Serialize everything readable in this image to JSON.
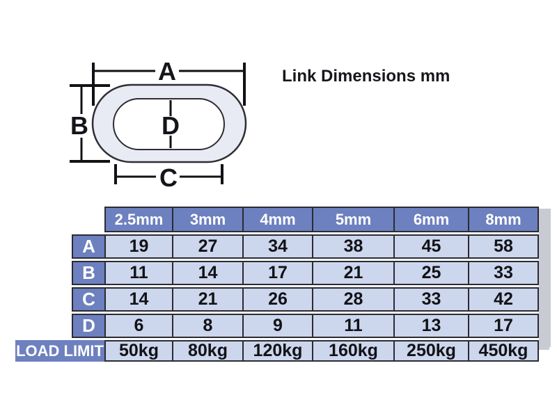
{
  "title": "Link Dimensions mm",
  "diagram": {
    "labels": {
      "a": "A",
      "b": "B",
      "c": "C",
      "d": "D"
    }
  },
  "table": {
    "columns": [
      "2.5mm",
      "3mm",
      "4mm",
      "5mm",
      "6mm",
      "8mm"
    ],
    "rows": [
      {
        "label": "A",
        "values": [
          "19",
          "27",
          "34",
          "38",
          "45",
          "58"
        ]
      },
      {
        "label": "B",
        "values": [
          "11",
          "14",
          "17",
          "21",
          "25",
          "33"
        ]
      },
      {
        "label": "C",
        "values": [
          "14",
          "21",
          "26",
          "28",
          "33",
          "42"
        ]
      },
      {
        "label": "D",
        "values": [
          "6",
          "8",
          "9",
          "11",
          "13",
          "17"
        ]
      }
    ],
    "load_limit": {
      "label": "LOAD LIMIT",
      "values": [
        "50kg",
        "80kg",
        "120kg",
        "160kg",
        "250kg",
        "450kg"
      ]
    }
  },
  "colors": {
    "header_blue": "#6d80bf",
    "cell_blue": "#ccd6ec",
    "border": "#2b2b33",
    "shadow": "#c9cbd4",
    "link_fill": "#e8ebf4"
  }
}
